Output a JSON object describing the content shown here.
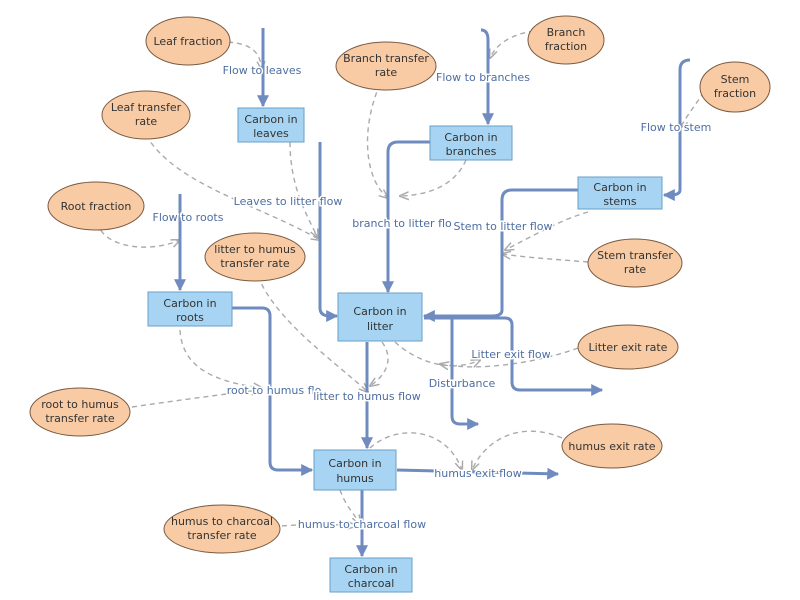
{
  "stocks": {
    "leaves": [
      "Carbon in",
      "leaves"
    ],
    "branches": [
      "Carbon in",
      "branches"
    ],
    "stems": [
      "Carbon in",
      "stems"
    ],
    "roots": [
      "Carbon in",
      "roots"
    ],
    "litter": [
      "Carbon in",
      "litter"
    ],
    "humus": [
      "Carbon in",
      "humus"
    ],
    "charcoal": [
      "Carbon in",
      "charcoal"
    ]
  },
  "parameters": {
    "leaf_fraction": [
      "Leaf fraction"
    ],
    "branch_fraction": [
      "Branch",
      "fraction"
    ],
    "stem_fraction": [
      "Stem",
      "fraction"
    ],
    "branch_transfer_rate": [
      "Branch transfer",
      "rate"
    ],
    "leaf_transfer_rate": [
      "Leaf transfer",
      "rate"
    ],
    "root_fraction": [
      "Root fraction"
    ],
    "litter_to_humus_transfer_rate": [
      "litter to humus",
      "transfer rate"
    ],
    "stem_transfer_rate": [
      "Stem transfer",
      "rate"
    ],
    "litter_exit_rate": [
      "Litter exit rate"
    ],
    "root_to_humus_transfer_rate": [
      "root to humus",
      "transfer rate"
    ],
    "humus_exit_rate": [
      "humus exit rate"
    ],
    "humus_to_charcoal_transfer_rate": [
      "humus to charcoal",
      "transfer rate"
    ]
  },
  "flows": {
    "flow_to_leaves": "Flow to leaves",
    "flow_to_branches": "Flow to branches",
    "flow_to_stem": "Flow to stem",
    "flow_to_roots": "Flow to roots",
    "leaves_to_litter_flow": "Leaves to litter flow",
    "branch_to_litter_flow": "branch to litter flo",
    "stem_to_litter_flow": "Stem to litter flow",
    "litter_exit_flow": "Litter exit flow",
    "disturbance": "Disturbance",
    "root_to_humus_flow": "root to humus flo",
    "litter_to_humus_flow": "litter to humus flow",
    "humus_exit_flow": "humus exit flow",
    "humus_to_charcoal_flow": "humus to charcoal flow"
  },
  "colors": {
    "stock_fill": "#a6d4f2",
    "parameter_fill": "#f8cba5",
    "flow_line": "#6f8bbf",
    "link_line": "#aaaaaa"
  }
}
